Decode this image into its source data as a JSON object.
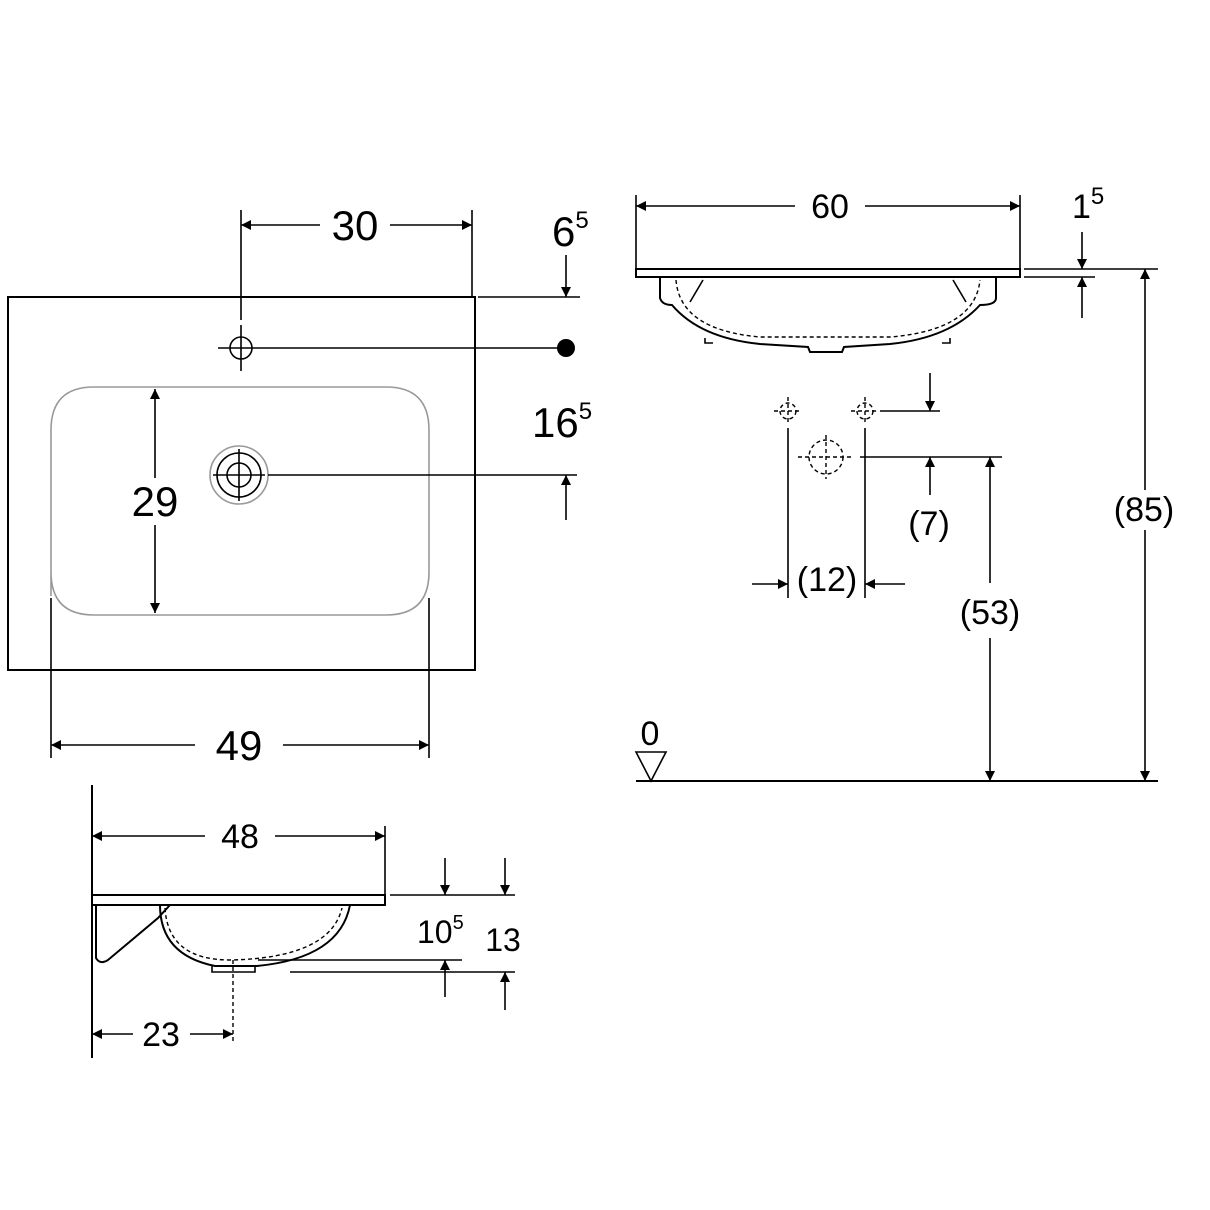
{
  "top_view": {
    "dim_tap_offset": "30",
    "dim_bowl_depth": "29",
    "dim_bowl_width": "49",
    "dim_edge_to_tap": {
      "main": "6",
      "sup": "5"
    },
    "dim_tap_to_drain": {
      "main": "16",
      "sup": "5"
    }
  },
  "front_view": {
    "dim_width": "60",
    "dim_rim": {
      "main": "1",
      "sup": "5"
    },
    "dim_overall_height": "(85)",
    "dim_drain_height": "(53)",
    "dim_drain_vertical": "(7)",
    "dim_drain_spacing": "(12)",
    "floor_label": "0"
  },
  "side_view": {
    "dim_depth": "48",
    "dim_drain_from_wall": "23",
    "dim_bowl_height": {
      "main": "10",
      "sup": "5"
    },
    "dim_total_height": "13"
  }
}
